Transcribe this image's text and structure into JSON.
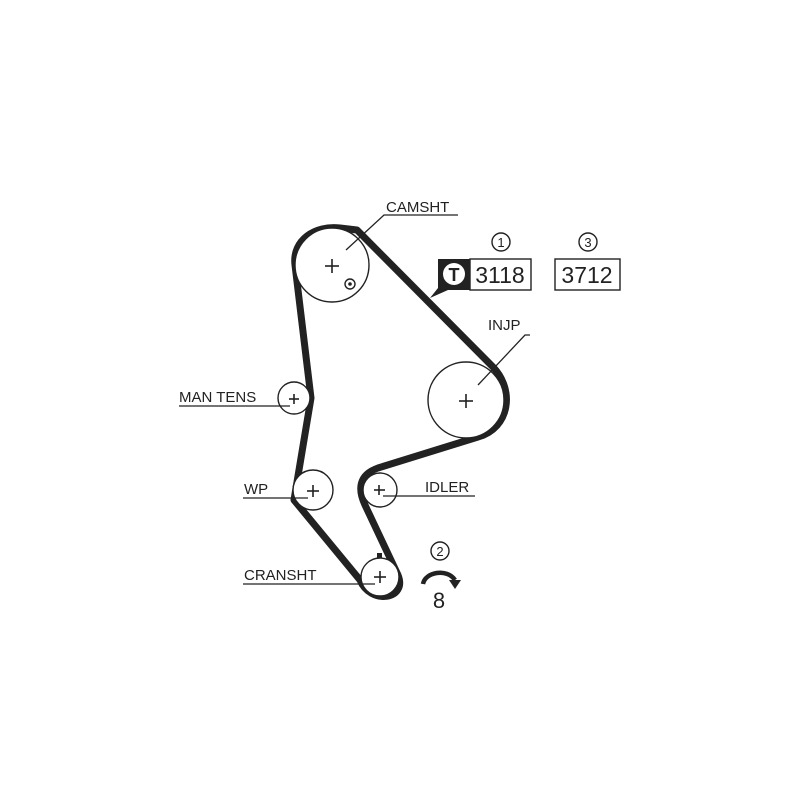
{
  "labels": {
    "camshaft": "CAMSHT",
    "injection_pump": "INJP",
    "manual_tensioner": "MAN TENS",
    "water_pump": "WP",
    "idler": "IDLER",
    "crankshaft": "CRANSHT"
  },
  "callouts": {
    "step1_number": "1",
    "step1_code": "3118",
    "step1_icon_letter": "T",
    "step2_number": "2",
    "step2_value": "8",
    "step3_number": "3",
    "step3_code": "3712"
  },
  "icons": {
    "torque_tool": "t-badge-icon",
    "rotation": "rotation-arrow-icon"
  },
  "colors": {
    "belt": "#222222",
    "background": "#ffffff"
  }
}
